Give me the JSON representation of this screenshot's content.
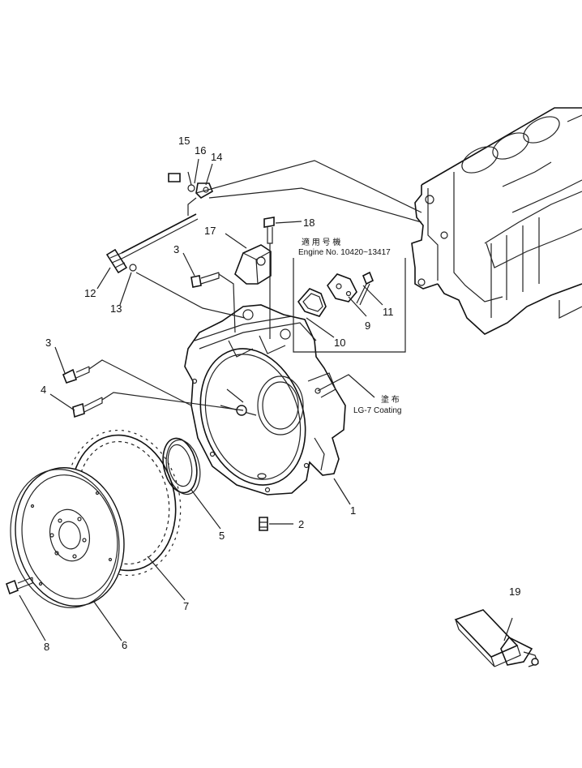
{
  "callouts": [
    "1",
    "2",
    "3",
    "4",
    "5",
    "6",
    "7",
    "8",
    "9",
    "10",
    "11",
    "12",
    "13",
    "14",
    "15",
    "16",
    "17",
    "18",
    "19",
    "3"
  ],
  "notes": {
    "serial_jp": "適 用 号 機",
    "serial_en": "Engine No. 10420~13417",
    "coating_jp": "塗 布",
    "coating_en": "LG-7 Coating"
  },
  "colors": {
    "line": "#111111",
    "background": "#ffffff"
  }
}
